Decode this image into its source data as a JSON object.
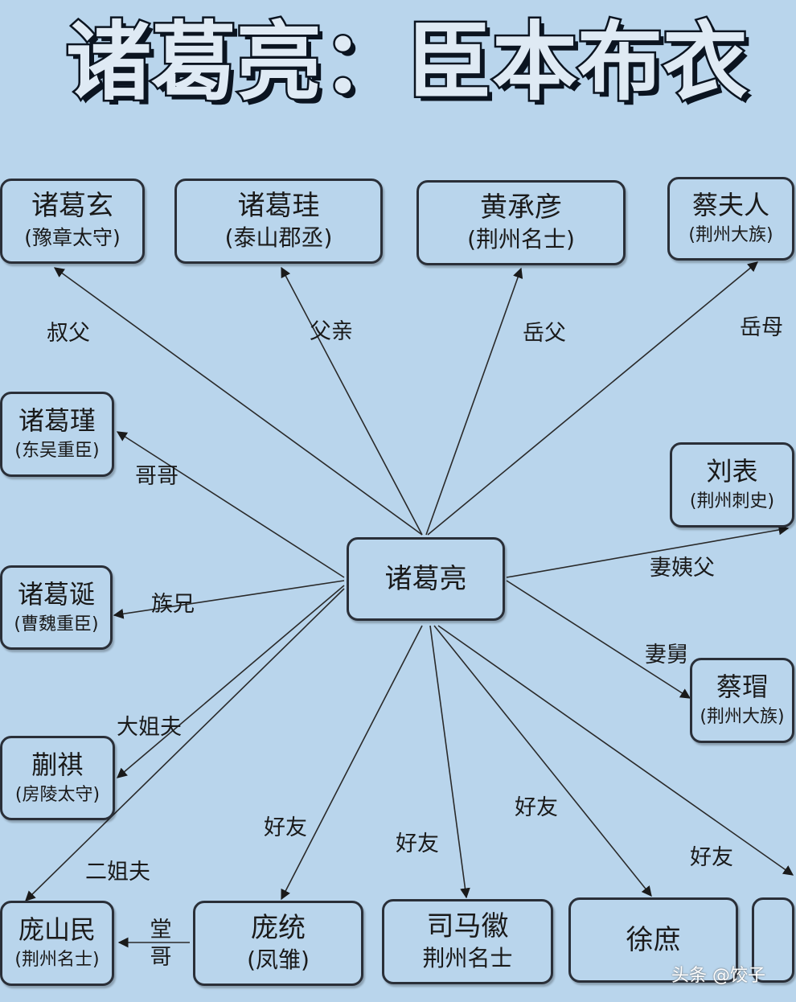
{
  "title": "诸葛亮：臣本布衣",
  "center": {
    "name": "诸葛亮"
  },
  "nodes": {
    "xuan": {
      "name": "诸葛玄",
      "role": "(豫章太守)"
    },
    "gui": {
      "name": "诸葛珪",
      "role": "(泰山郡丞)"
    },
    "huang": {
      "name": "黄承彦",
      "role": "(荆州名士)"
    },
    "cai_furen": {
      "name": "蔡夫人",
      "role": "(荆州大族)"
    },
    "jin": {
      "name": "诸葛瑾",
      "role": "(东吴重臣)"
    },
    "liubiao": {
      "name": "刘表",
      "role": "(荆州刺史)"
    },
    "dan": {
      "name": "诸葛诞",
      "role": "(曹魏重臣)"
    },
    "caimao": {
      "name": "蔡瑁",
      "role": "(荆州大族)"
    },
    "kuaiqi": {
      "name": "蒯祺",
      "role": "(房陵太守)"
    },
    "shanmin": {
      "name": "庞山民",
      "role": "(荆州名士)"
    },
    "pangtong": {
      "name": "庞统",
      "role": "(凤雏)"
    },
    "simahui": {
      "name": "司马徽",
      "role": "荆州名士"
    },
    "xushu": {
      "name": "徐庶"
    }
  },
  "edges": {
    "xuan": "叔父",
    "gui": "父亲",
    "huang": "岳父",
    "cai_furen": "岳母",
    "jin": "哥哥",
    "liubiao": "妻姨父",
    "dan": "族兄",
    "caimao": "妻舅",
    "kuaiqi": "大姐夫",
    "shanmin": "二姐夫",
    "pangtong": "好友",
    "simahui": "好友",
    "xushu": "好友",
    "offscreen": "好友",
    "pang_shanmin": "堂哥"
  },
  "watermark": "头条 @饺子"
}
